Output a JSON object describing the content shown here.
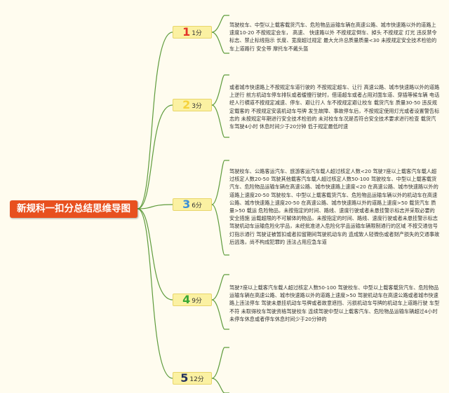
{
  "root": {
    "label": "新规科一扣分总结思维导图"
  },
  "branches": [
    {
      "number": "1",
      "label": "1分",
      "color": "#e3342a",
      "text": "驾驶校车、中型以上载客载货汽车、危险物品运输车辆在高速公路、城市快速路以外的道路上速度10-20 不按规定会车， 高速、 快速路以外 不按规定倒车、掉头 不按规定 灯光 违反禁令标志、禁止标线指示 长度、宽度超过规定 最大允许总质量质量<30 未按规定安全技术检验的车上道路行 安全带 摩托车不戴头盔"
    },
    {
      "number": "2",
      "label": "3分",
      "color": "#f5d23c",
      "text": "或者城市快速路上不按规定车道行驶的 不按规定超车、让行 高速公路、城市快速路以外的道路上逆行 前方机动车停车排队或者缓慢行驶时，借道超车或者占用对面车道、穿插等候车辆 电话 经人行横道不按规定减速、停车、避让行人 车不按规定避让校车 载货汽车 质量30-50 违反规定载客的 不按规定安装机动车号牌 发生故障、事故停车后，不按规定使用灯光或者设置警告标志的 未按规定年期进行安全技术检验的 未对校车车况是否符合安全技术要求进行检查 载货汽车驾驶4小时 休息时间少于20分钟 低于规定最低时速"
    },
    {
      "number": "3",
      "label": "6分",
      "color": "#3a8fd8",
      "text": "驾驶校车、公路客运汽车、旅游客运汽车载人超过核定人数<20 驾驶7座以上载客汽车载人超过核定人数20-50 驾驶其他载客汽车载人超过核定人数50-100 驾驶校车、中型以上载客载货汽车、危险物品运输车辆在高速公路、城市快速路上速度<20 在高速公路、城市快速路以外的道路上速度20-50 驾驶校车、中型以上载客载货汽车、危险物品运输车辆以外的机动车在高速公路、城市快速路上速度20-50 在高速公路、城市快速路以外的道路上速度>50 载货汽车 质量>50 载运 危险物品，未按指定的时间、路线、速度行驶或者未悬挂警示标志并采取必要的安全措施 运载超限的不可解体的物品，未按指定的时间、路线、速度行驶或者未悬挂警示标志 驾驶机动车运输危险化学品，未经批准进入危险化学品运输车辆限制通行的区域 不按交通信号灯指示通行 驾驶证被暂扣或者扣留期间驾驶机动车的 造成致人轻微伤或者财产损失的交通事故后逃逸，尚不构成犯罪的 违法占用应急车道"
    },
    {
      "number": "4",
      "label": "9分",
      "color": "#3aa935",
      "text": "驾驶7座以上载客汽车载人超过核定人数50-100 驾驶校车、中型以上载客载货汽车、危险物品运输车辆在高速公路、城市快速路以外的道路上速度>50 驾驶机动车在高速公路或者城市快速路上违法停车 驾驶未悬挂机动车号牌或者故意遮挡、污损机动车号牌的机动车上道路行驶 车型不符 未取得校车驾驶资格驾驶校车 连续驾驶中型以上载客汽车、危险物品运输车辆超过4小时未停车休息或者停车休息时间少于20分钟的"
    },
    {
      "number": "5",
      "label": "12分",
      "color": "#23305e",
      "text": ""
    }
  ]
}
